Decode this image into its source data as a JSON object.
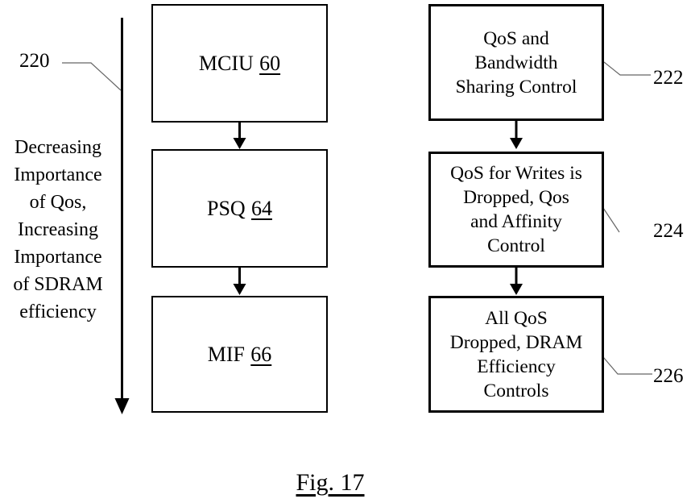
{
  "figure": {
    "caption": "Fig. 17",
    "timeline": {
      "ref": "220",
      "label_lines": [
        "Decreasing",
        "Importance",
        "of Qos,",
        "Increasing",
        "Importance",
        "of SDRAM",
        "efficiency"
      ]
    },
    "pipeline_boxes": [
      {
        "name": "MCIU",
        "ref": "60"
      },
      {
        "name": "PSQ",
        "ref": "64"
      },
      {
        "name": "MIF",
        "ref": "66"
      }
    ],
    "control_boxes": [
      {
        "ref": "222",
        "lines": [
          "QoS and",
          "Bandwidth",
          "Sharing Control"
        ]
      },
      {
        "ref": "224",
        "lines": [
          "QoS for Writes is",
          "Dropped, Qos",
          "and Affinity",
          "Control"
        ]
      },
      {
        "ref": "226",
        "lines": [
          "All QoS",
          "Dropped, DRAM",
          "Efficiency",
          "Controls"
        ]
      }
    ],
    "colors": {
      "ink": "#000000",
      "leader": "#666666",
      "background": "#ffffff"
    }
  }
}
